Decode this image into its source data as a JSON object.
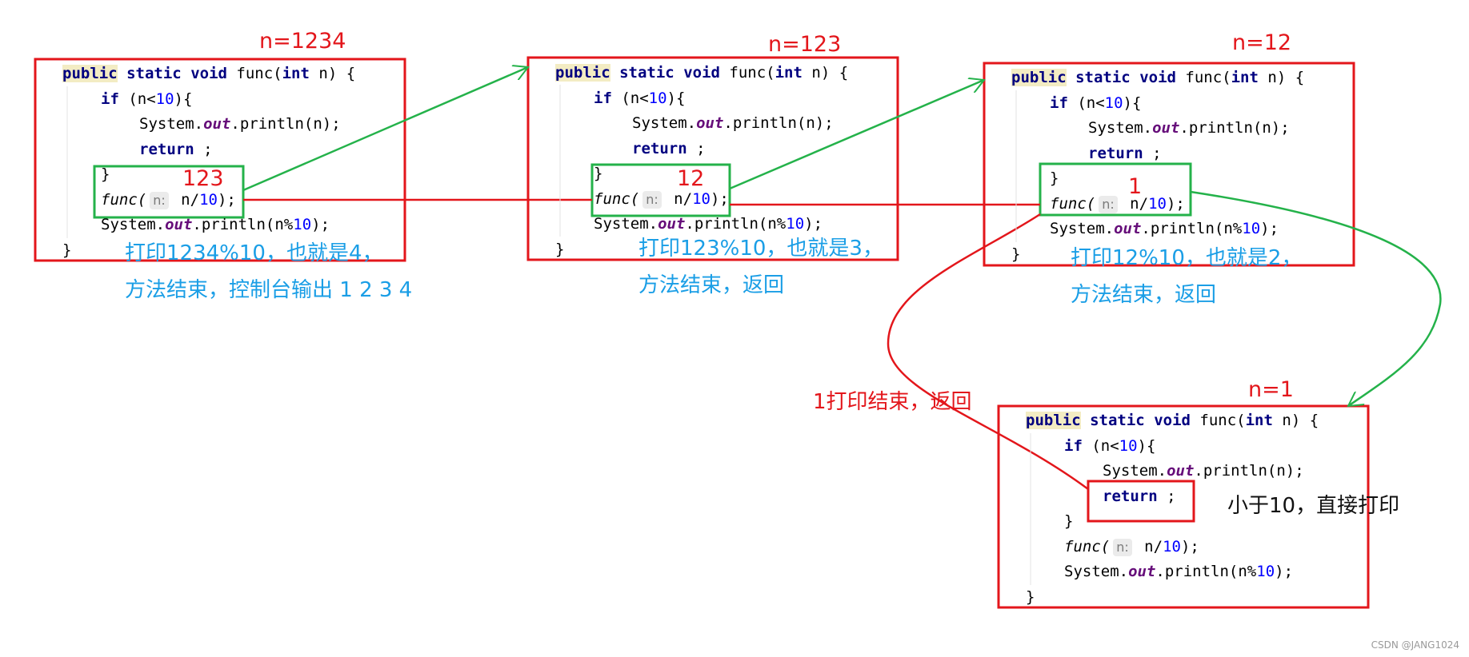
{
  "colors": {
    "frame_border": "#e3161b",
    "call_box": "#24b24a",
    "call_arrow": "#24b24a",
    "return_line": "#e3161b",
    "note_blue": "#1a9ee6"
  },
  "code": {
    "signature": {
      "kw_public": "public",
      "kw_static": "static",
      "kw_void": "void",
      "name": "func(",
      "kw_int": "int",
      "rest": " n) {"
    },
    "if_line": {
      "kw_if": "if",
      "pre": " (n<",
      "num": "10",
      "post": "){"
    },
    "print_n": {
      "pre": "System.",
      "field": "out",
      "post": ".println(n);"
    },
    "return_line": {
      "kw_return": "return",
      "post": " ;"
    },
    "close_if": "}",
    "call_line": {
      "name": "func(",
      "hint": "n:",
      "pre": " n/",
      "num": "10",
      "post": ");"
    },
    "print_mod": {
      "pre": "System.",
      "field": "out",
      "post": ".println(n%",
      "num": "10",
      "close": ");"
    },
    "close_method": "}"
  },
  "frames": [
    {
      "label": "n=1234",
      "arg_label": "123",
      "note_line1": "打印1234%10，也就是4，",
      "note_line2": "方法结束，控制台输出 1 2 3 4"
    },
    {
      "label": "n=123",
      "arg_label": "12",
      "note_line1": "打印123%10，也就是3，",
      "note_line2": "方法结束，返回"
    },
    {
      "label": "n=12",
      "arg_label": "1",
      "note_line1": "打印12%10，也就是2，",
      "note_line2": "方法结束，返回"
    },
    {
      "label": "n=1"
    }
  ],
  "notes": {
    "return_note": "1打印结束，返回",
    "base_case_note": "小于10，直接打印"
  },
  "watermark": "CSDN @JANG1024"
}
